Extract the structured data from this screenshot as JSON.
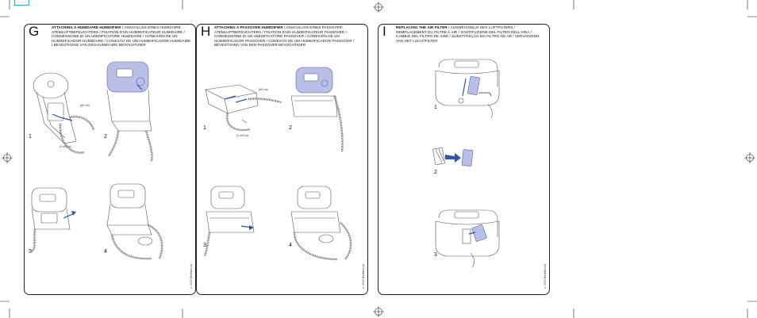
{
  "panels": [
    {
      "letter": "G",
      "title_bold": "ATTACHING A HUMIDAIRE HUMIDIFIER",
      "title_rest": " / ANSCHLUSS EINES HUMIDAIRE ATEMLUFTBEFEUCHTERS / FIXATION D'UN HUMIDIFICATEUR HUMIDAIRE / CONNESSIONE DI UN UMIDIFICATORE HUMIDAIRE / CONEXIÓN DE UN HUMIDIFICADOR HUMIDAIRE / CONEXÃO DE UM HUMIDIFICADOR HUMIDAIRE / BEVESTIGING VAN EEN HUMIDAIRE BEVOCHTIGER",
      "steps": [
        "1",
        "2",
        "3",
        "4"
      ],
      "labels": [
        "(60 cm)",
        "(2 m/3 m)"
      ],
      "copyright": "© 2005 ResMed Ltd"
    },
    {
      "letter": "H",
      "title_bold": "ATTACHING A PASSOVER HUMIDIFIER",
      "title_rest": " / ANSCHLUSS EINES PASSOVER-ATEMLUFTBEFEUCHTERS / FIXATION D'UN HUMIDIFICATEUR PASSOVER / CONNESSIONE DI UN UMIDIFICATORE PASSOVER / CONEXIÓN DE UN HUMIDIFICADOR PASSOVER / CONEXÃO DE UM HUMIDIFICADOR PASSOVER / BEVESTIGING VAN EEN PASSOVER BEVOCHTIGER",
      "steps": [
        "1",
        "2",
        "3",
        "4"
      ],
      "labels": [
        "(60 cm)",
        "(2 m/3 m)"
      ],
      "copyright": "© 2005 ResMed Ltd"
    },
    {
      "letter": "I",
      "title_bold": "REPLACING THE AIR FILTER",
      "title_rest": " / AUSWECHSELN DES LUFTFILTERS / REMPLACEMENT DU FILTRE À AIR / SOSTITUZIONE DEL FILTRO DELL'ARIA / CAMBIO DEL FILTRO DE AIRE / SUBSTITUIÇÃO DO FILTRO DE AR / VERVANGING VAN HET LUCHTFILTER",
      "steps": [
        "1",
        "2",
        "3"
      ],
      "copyright": "© 2005 ResMed Ltd"
    }
  ],
  "colors": {
    "accent_blue": "#2d56a8",
    "device_blue": "#b9bfe6",
    "frame": "#222222",
    "registration": "#19b5c4"
  }
}
